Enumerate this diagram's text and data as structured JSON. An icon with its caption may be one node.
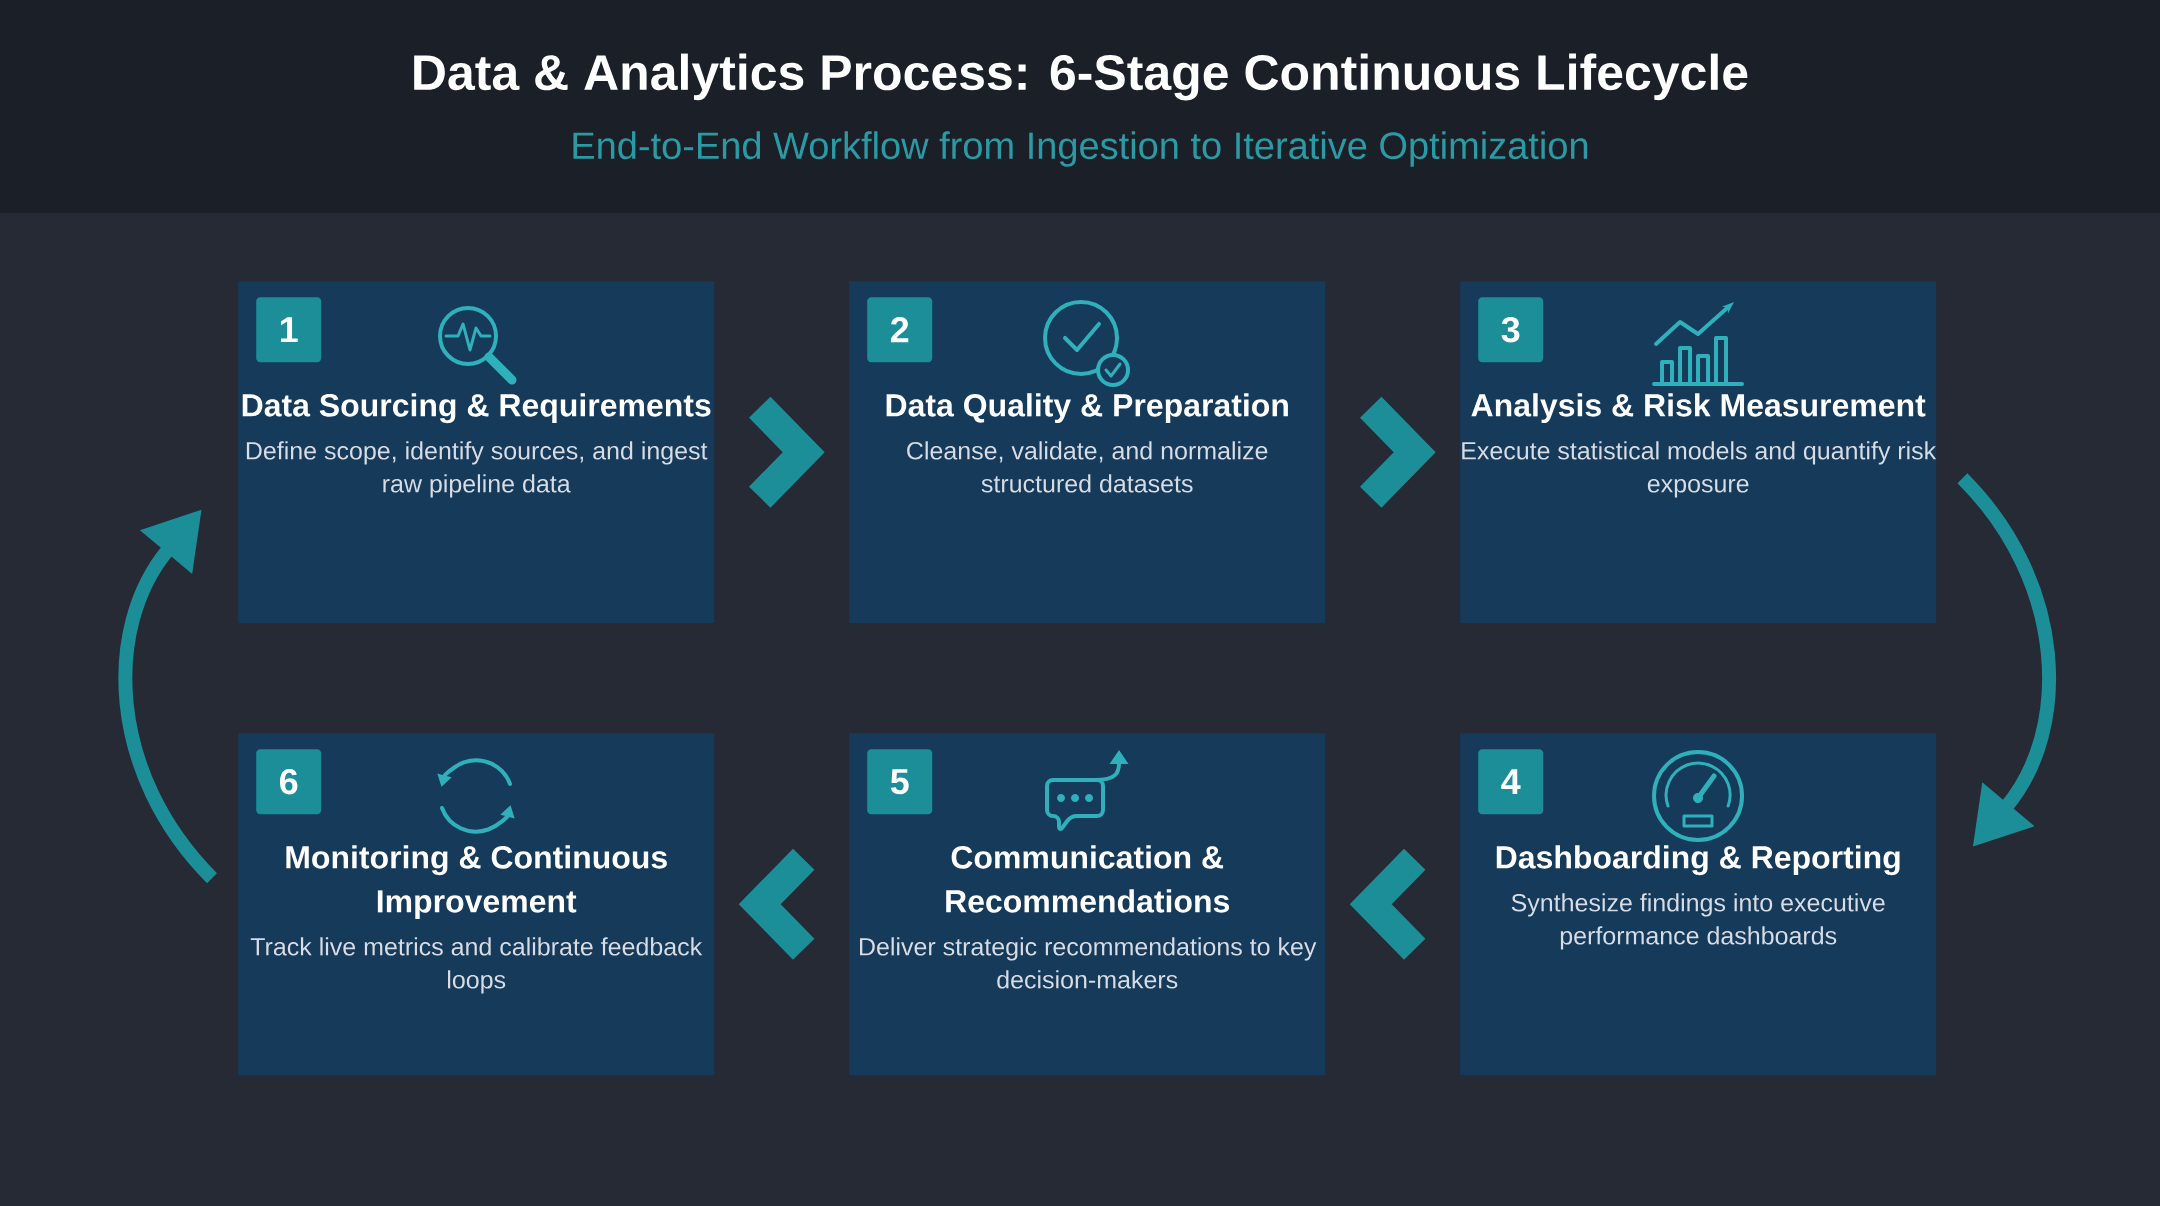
{
  "diagram": {
    "title": "Data & Analytics Process: 6-Stage Continuous Lifecycle",
    "caption": "End-to-End Workflow from Ingestion to Iterative Optimization",
    "nodes": [
      {
        "text": [
          "Data Sourcing & Requirements",
          "Define scope, identify sources, and ingest raw pipeline data"
        ]
      },
      {
        "text": [
          "1"
        ],
        "in": 0
      },
      {
        "text": [
          "Data Quality & Preparation",
          "Cleanse, validate, and normalize structured datasets"
        ]
      },
      {
        "text": [
          "2"
        ],
        "in": 2
      },
      {
        "text": [
          "Analysis & Risk Measurement",
          "Execute statistical models and quantify risk exposure"
        ]
      },
      {
        "text": [
          "3"
        ],
        "in": 4
      },
      {
        "text": [
          "Monitoring & Continuous Improvement",
          "Track live metrics and calibrate feedback loops"
        ]
      },
      {
        "text": [
          "6"
        ],
        "in": 6
      },
      {
        "text": [
          "Communication & Recommendations",
          "Deliver strategic recommendations to key decision-makers"
        ]
      },
      {
        "text": [
          "5"
        ],
        "in": 8
      },
      {
        "text": [
          "Dashboarding & Reporting",
          "Synthesize findings into executive performance dashboards"
        ]
      },
      {
        "text": [
          "4"
        ],
        "in": 10
      }
    ],
    "edges": [
      {
        "from": 0,
        "to": 2,
        "arrow": "to"
      },
      {
        "from": 2,
        "to": 4,
        "arrow": "to"
      },
      {
        "from": 4,
        "to": 10,
        "arrow": "to"
      },
      {
        "from": 10,
        "to": 8,
        "arrow": "to"
      },
      {
        "from": 8,
        "to": 6,
        "arrow": "to"
      },
      {
        "from": 6,
        "to": 0,
        "arrow": "to"
      }
    ]
  }
}
